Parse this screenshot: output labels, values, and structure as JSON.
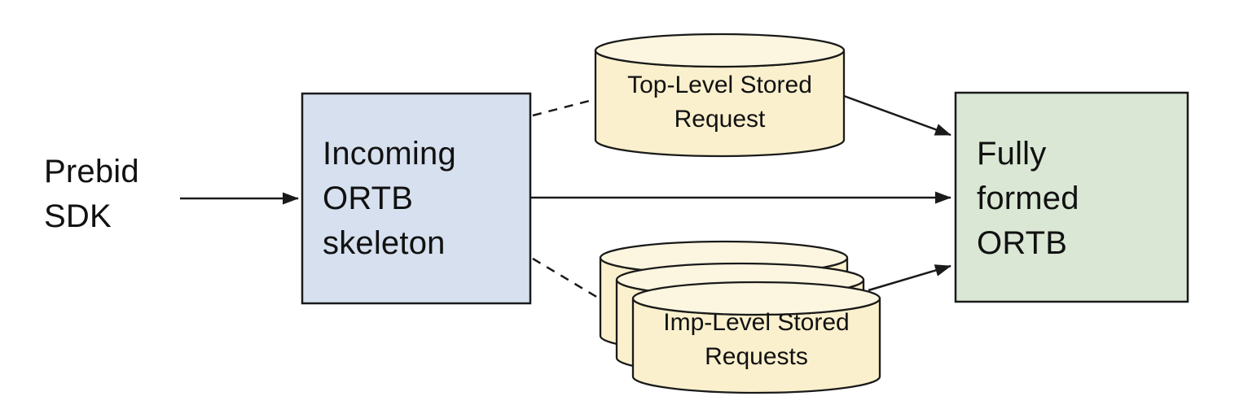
{
  "nodes": {
    "prebid_sdk": {
      "label": "Prebid\nSDK",
      "type": "text"
    },
    "incoming_ortb": {
      "label": "Incoming\nORTB\nskeleton",
      "type": "rectangle",
      "fill": "#D6E0EF"
    },
    "top_level_stored": {
      "label": "Top-Level Stored\nRequest",
      "type": "database-cylinder",
      "fill": "#FAF0CD",
      "lid_fill": "#FCF6E0"
    },
    "imp_level_stored": {
      "label": "Imp-Level Stored\nRequests",
      "type": "database-cylinder-stack-of-3",
      "fill": "#FAF0CD",
      "lid_fill": "#FCF6E0"
    },
    "fully_formed_ortb": {
      "label": "Fully\nformed\nORTB",
      "type": "rectangle",
      "fill": "#DAE7D4"
    }
  },
  "edges": [
    {
      "from": "prebid_sdk",
      "to": "incoming_ortb",
      "style": "solid",
      "arrowhead": true
    },
    {
      "from": "incoming_ortb",
      "to": "top_level_stored",
      "style": "dashed",
      "arrowhead": false
    },
    {
      "from": "top_level_stored",
      "to": "fully_formed_ortb",
      "style": "solid",
      "arrowhead": true
    },
    {
      "from": "incoming_ortb",
      "to": "fully_formed_ortb",
      "style": "solid",
      "arrowhead": true
    },
    {
      "from": "incoming_ortb",
      "to": "imp_level_stored",
      "style": "dashed",
      "arrowhead": false
    },
    {
      "from": "imp_level_stored",
      "to": "fully_formed_ortb",
      "style": "solid",
      "arrowhead": true
    }
  ],
  "colors": {
    "line": "#1a1a1a",
    "text": "#111111",
    "background": "#ffffff"
  }
}
